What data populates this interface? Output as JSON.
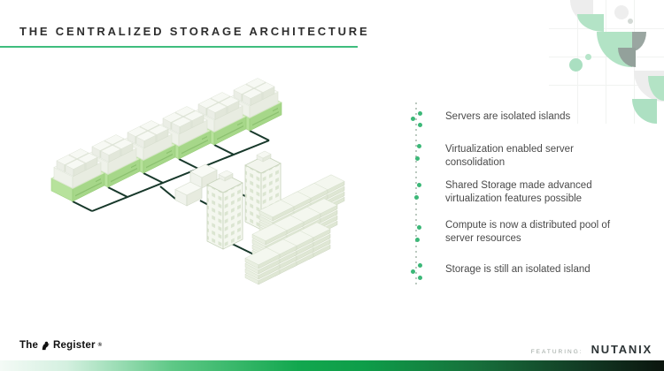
{
  "slide": {
    "title": "THE CENTRALIZED STORAGE ARCHITECTURE",
    "bullets": [
      "Servers are isolated islands",
      "Virtualization enabled server consolidation",
      "Shared Storage made advanced virtualization features possible",
      "Compute is now a distributed pool of server resources",
      "Storage is still an isolated island"
    ],
    "footer": {
      "publisher_the": "The",
      "publisher_name": "Register",
      "registered_mark": "®",
      "featuring_label": "FEATURING:",
      "partner": "NUTANIX"
    },
    "colors": {
      "accent_green": "#3fbd7e",
      "bullet_dot_green": "#3cb878",
      "diagram_line_dark_green": "#17382a",
      "mint_decor": "#b2e3c5",
      "bar_mid_green": "#12a74e"
    },
    "diagram_icons": [
      "server-stack",
      "network-switch",
      "storage-tower",
      "disk-shelf-array"
    ]
  }
}
